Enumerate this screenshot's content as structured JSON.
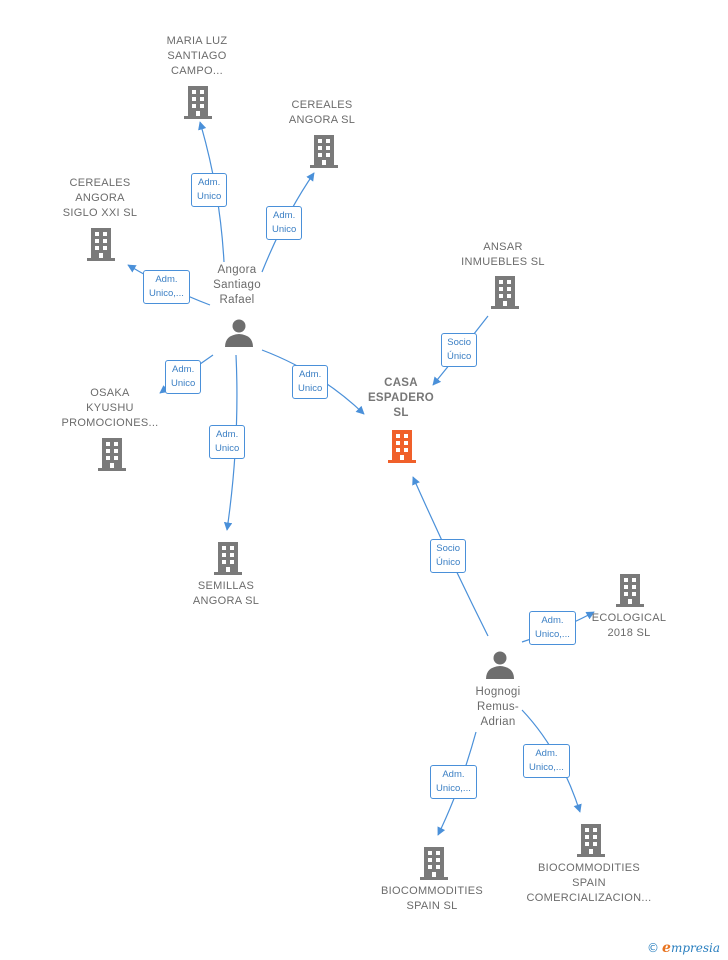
{
  "nodes": {
    "maria_luz": "MARIA LUZ\nSANTIAGO\nCAMPO...",
    "cereales_angora": "CEREALES\nANGORA  SL",
    "cereales_siglo": "CEREALES\nANGORA\nSIGLO XXI  SL",
    "ansar": "ANSAR\nINMUEBLES SL",
    "angora_person": "Angora\nSantiago\nRafael",
    "casa_espadero": "CASA\nESPADERO\nSL",
    "osaka": "OSAKA\nKYUSHU\nPROMOCIONES...",
    "semillas": "SEMILLAS\nANGORA  SL",
    "ecological": "ECOLOGICAL\n2018  SL",
    "hognogi": "Hognogi\nRemus-\nAdrian",
    "bio_spain": "BIOCOMMODITIES\nSPAIN  SL",
    "bio_comercial": "BIOCOMMODITIES\nSPAIN\nCOMERCIALIZACION..."
  },
  "relations": {
    "r_maria": "Adm.\nUnico",
    "r_cereales": "Adm.\nUnico",
    "r_siglo": "Adm.\nUnico,...",
    "r_ansar": "Socio\nÚnico",
    "r_osaka": "Adm.\nUnico",
    "r_casa": "Adm.\nUnico",
    "r_semillas": "Adm.\nUnico",
    "r_hognogi_casa": "Socio\nÚnico",
    "r_ecological": "Adm.\nUnico,...",
    "r_bio_spain": "Adm.\nUnico,...",
    "r_bio_comercial": "Adm.\nUnico,..."
  },
  "brand": {
    "symbol": "©",
    "initial": "e",
    "name": "mpresia"
  },
  "colors": {
    "edge": "#4a90d9",
    "building": "#7a7a7a",
    "highlight": "#f0602a",
    "person": "#6e6e6e"
  },
  "icons": {
    "company": "building-icon",
    "person": "person-icon"
  }
}
